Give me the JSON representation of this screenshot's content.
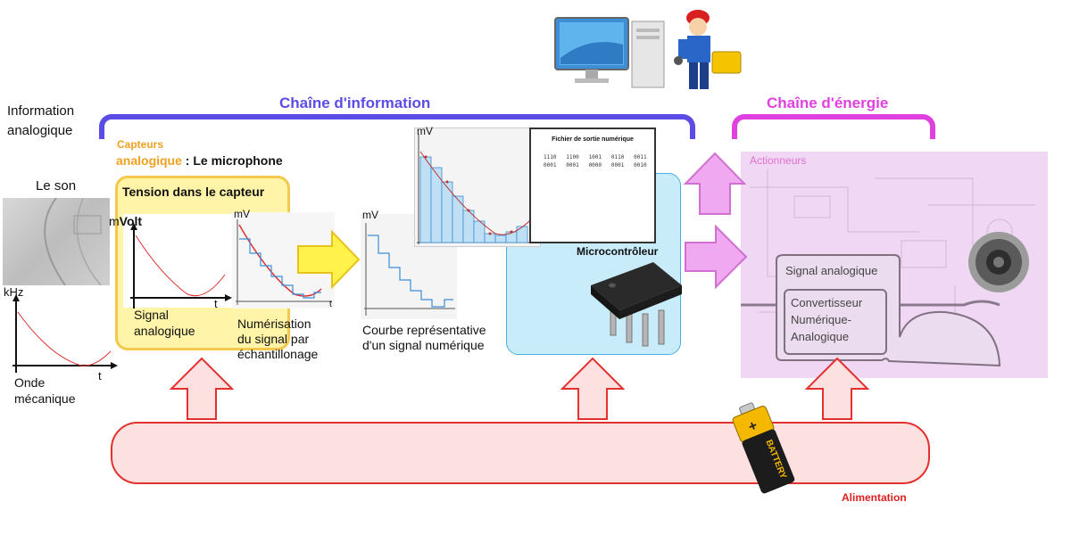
{
  "header": {
    "info_chain_title": "Chaîne d'information",
    "energy_chain_title": "Chaîne d'énergie",
    "info_analog_line1": "Information",
    "info_analog_line2": "analogique"
  },
  "sound": {
    "title": "Le son",
    "axis_unit": "kHz",
    "axis_t": "t",
    "caption_line1": "Onde",
    "caption_line2": "mécanique"
  },
  "sensor": {
    "label_line1": "Capteurs",
    "label_line2": "analogique",
    "device": ": Le microphone",
    "box_title": "Tension dans le capteur",
    "axis_unit_m": "m",
    "axis_unit_volt": "Volt",
    "axis_t": "t",
    "caption_line1": "Signal",
    "caption_line2": "analogique"
  },
  "sampling": {
    "axis_unit": "mV",
    "axis_t": "t",
    "caption_line1": "Numérisation",
    "caption_line2": "du signal par",
    "caption_line3": "échantillonage"
  },
  "digital_curve": {
    "axis_unit": "mV",
    "caption_line1": "Courbe représentative",
    "caption_line2": "d'un signal numérique"
  },
  "output_file": {
    "axis_unit": "mV",
    "title": "Fichier de sortie numérique",
    "row1": "1110   1100   1001   0110   0011",
    "row2": "0001   0001   0000   0001   0010"
  },
  "micro": {
    "label": "Microcontrôleur"
  },
  "actuators": {
    "label": "Actionneurs",
    "signal_label": "Signal analogique",
    "dac_line1": "Convertisseur",
    "dac_line2": "Numérique-",
    "dac_line3": "Analogique"
  },
  "power": {
    "label": "Alimentation",
    "battery_text": "BATTERY"
  },
  "colors": {
    "info_chain": "#5b4ce6",
    "energy_chain": "#e040e0",
    "sensor_label": "#f0a020",
    "sensor_box_fill": "#fff4a8",
    "sensor_box_border": "#f2c94c",
    "micro_fill": "#c8ecfa",
    "actuator_fill": "#f0d8f4",
    "power_fill": "#fde0e0",
    "power_border": "#e53030",
    "power_label": "#e02020"
  }
}
